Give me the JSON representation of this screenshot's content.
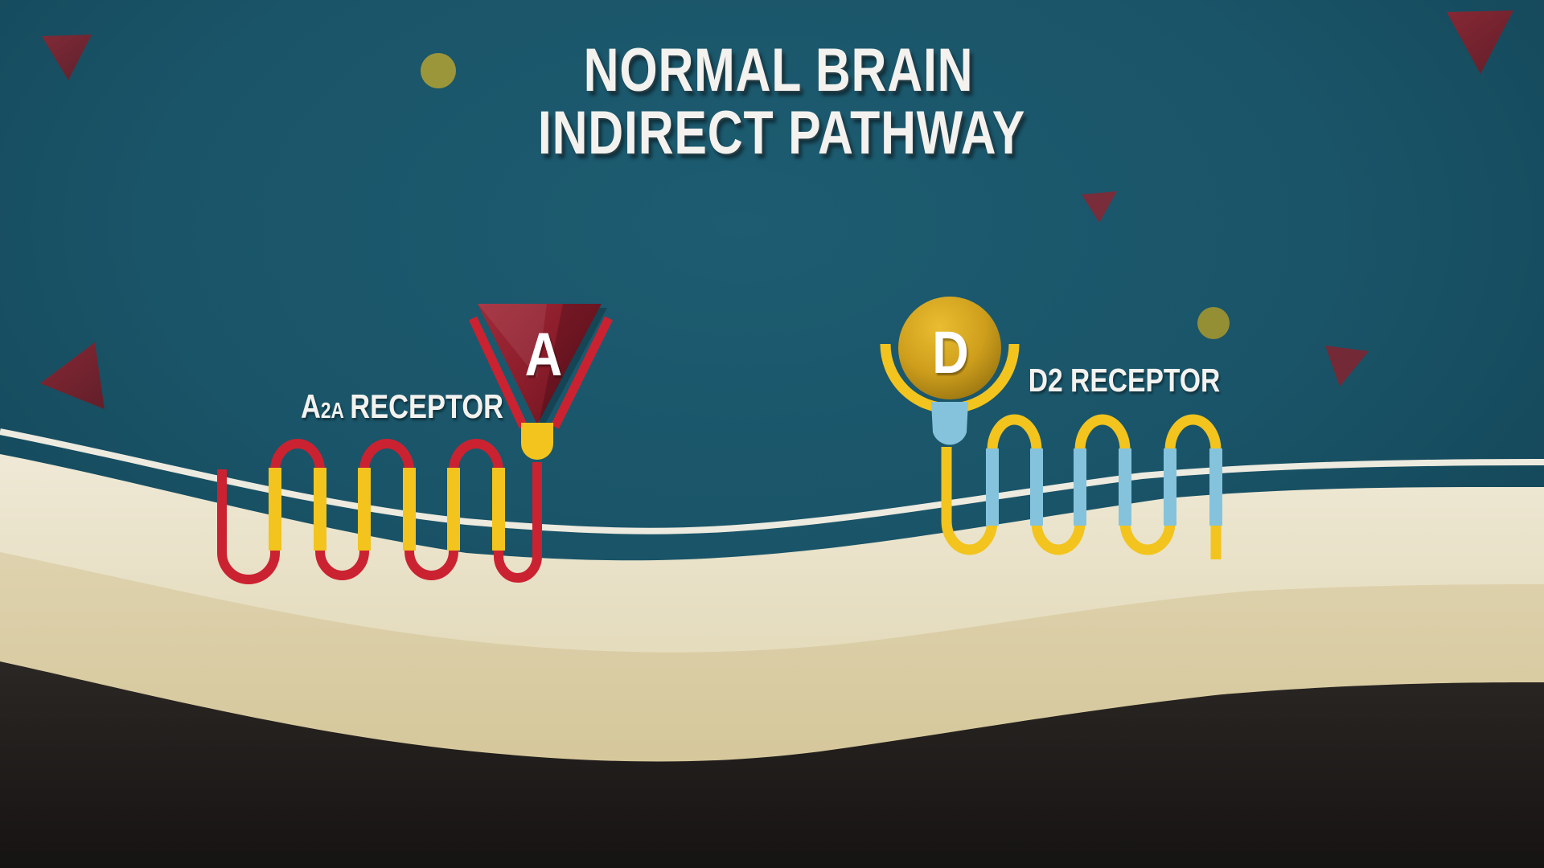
{
  "title": {
    "line1": "NORMAL BRAIN",
    "line2": "INDIRECT PATHWAY"
  },
  "receptors": {
    "a2a": {
      "label_main": "A",
      "label_sub": "2A",
      "label_rest": "RECEPTOR",
      "ligand_letter": "A"
    },
    "d2": {
      "label": "D2 RECEPTOR",
      "ligand_letter": "D"
    }
  },
  "colors": {
    "background_teal": "#1b5468",
    "membrane_line": "#edeadf",
    "membrane_light_band": "#ebe4cd",
    "membrane_dark_band": "#ddd1ab",
    "intracellular_dark": "#262221",
    "adenosine_red": "#cb2231",
    "adenosine_triangle": "#8e1e2c",
    "receptor_yellow": "#f2c41d",
    "dopamine_gold": "#cfa11d",
    "d2_blue": "#85c3dd",
    "particle_olive": "#ab9d35",
    "text_white": "#f3f2ef"
  }
}
